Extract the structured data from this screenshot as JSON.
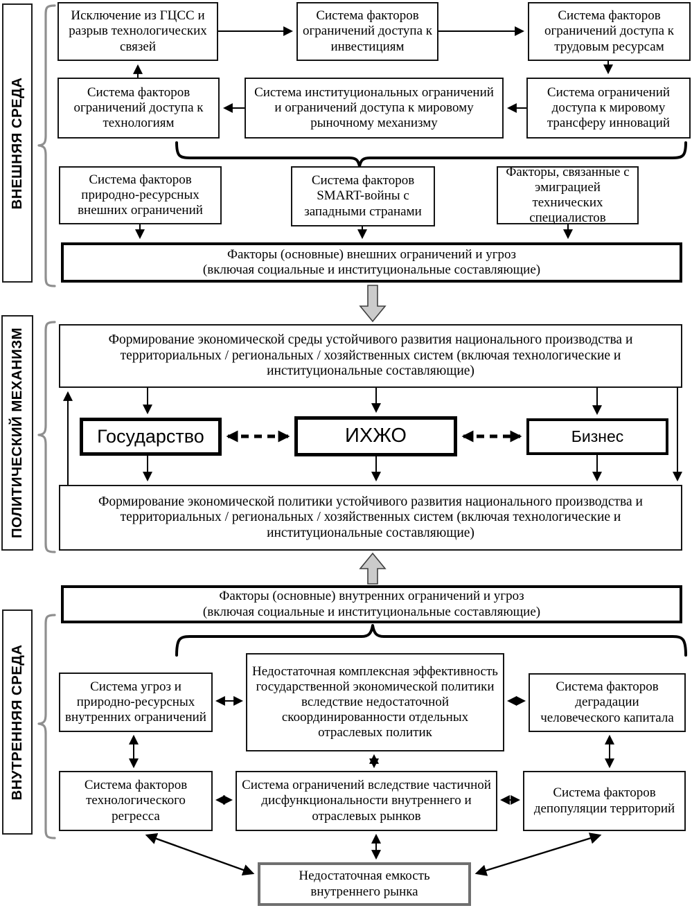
{
  "colors": {
    "line": "#000000",
    "brace_gray": "#8f8f8f",
    "block_arrow_fill": "#cbcbcb",
    "block_arrow_border": "#3f3f3f",
    "box_background": "#ffffff",
    "gray_border_box": "#6f6f6f"
  },
  "external": {
    "label": "ВНЕШНЯЯ СРЕДА",
    "box_exclusion": "Исключение из ГЦСС и разрыв технологических связей",
    "box_investment": "Система факторов ограничений доступа к инвестициям",
    "box_labor": "Система факторов ограничений доступа к трудовым ресурсам",
    "box_technology": "Система факторов ограничений доступа к технологиям",
    "box_institutional": "Система институциональных ограничений и ограничений доступа к мировому рыночному механизму",
    "box_innovation_transfer": "Система ограничений доступа к мировому трансферу инноваций",
    "box_natural_resources": "Система факторов природно-ресурсных внешних ограничений",
    "box_smart_war": "Система факторов SMART-войны с западными странами",
    "box_emigration": "Факторы, связанные с эмиграцией технических специалистов",
    "main_line1": "Факторы (основные) внешних ограничений и угроз",
    "main_line2": "(включая социальные и институциональные составляющие)"
  },
  "political": {
    "label": "ПОЛИТИЧЕСКИЙ МЕХАНИЗМ",
    "box_environment": "Формирование экономической среды устойчивого развития национального производства и территориальных / региональных / хозяйственных систем (включая технологические и институциональные составляющие)",
    "actor_state": "Государство",
    "actor_ihzho": "ИХЖО",
    "actor_business": "Бизнес",
    "box_policy": "Формирование экономической политики устойчивого развития национального производства и территориальных / региональных / хозяйственных систем (включая технологические и институциональные составляющие)"
  },
  "internal": {
    "label": "ВНУТРЕННЯЯ СРЕДА",
    "main_line1": "Факторы (основные) внутренних ограничений и угроз",
    "main_line2": "(включая социальные и институциональные составляющие)",
    "box_threats": "Система угроз и природно-ресурсных внутренних ограничений",
    "box_policy_inefficiency": "Недостаточная комплексная эффективность государственной экономической политики вследствие недостаточной скоординированности отдельных отраслевых политик",
    "box_human_capital": "Система факторов деградации человеческого капитала",
    "box_tech_regress": "Система факторов технологического регресса",
    "box_market_dysfunction": "Система ограничений вследствие частичной дисфункциональности внутреннего и отраслевых рынков",
    "box_depopulation": "Система факторов депопуляции территорий",
    "box_market_capacity": "Недостаточная емкость внутреннего рынка"
  }
}
